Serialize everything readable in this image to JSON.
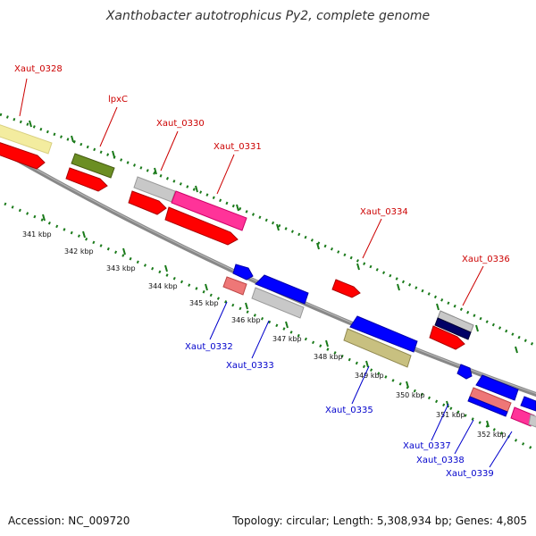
{
  "title": "Xanthobacter autotrophicus Py2, complete genome",
  "footer": {
    "accession_text": "Accession: NC_009720",
    "summary_text": "Topology: circular; Length: 5,308,934 bp; Genes: 4,805"
  },
  "colors": {
    "backbone": "#888888",
    "dots": "#1a7a1a",
    "label_forward": "#cc0000",
    "label_reverse": "#0000cc",
    "red": "#ff0000",
    "blue": "#0000ff",
    "pink": "#ff3399",
    "light_yellow": "#f3ec9f",
    "olive_green": "#6b8e23",
    "light_gray": "#c8c8c8",
    "salmon": "#ee7777",
    "khaki": "#c8c080",
    "navy": "#000066"
  },
  "tick_labels": [
    "341 kbp",
    "342 kbp",
    "343 kbp",
    "344 kbp",
    "345 kbp",
    "346 kbp",
    "347 kbp",
    "348 kbp",
    "349 kbp",
    "350 kbp",
    "351 kbp",
    "352 kbp"
  ],
  "gene_labels": {
    "forward": [
      "Xaut_0328",
      "lpxC",
      "Xaut_0330",
      "Xaut_0331",
      "Xaut_0334",
      "Xaut_0336"
    ],
    "reverse": [
      "Xaut_0332",
      "Xaut_0333",
      "Xaut_0335",
      "Xaut_0337",
      "Xaut_0338",
      "Xaut_0339"
    ]
  }
}
